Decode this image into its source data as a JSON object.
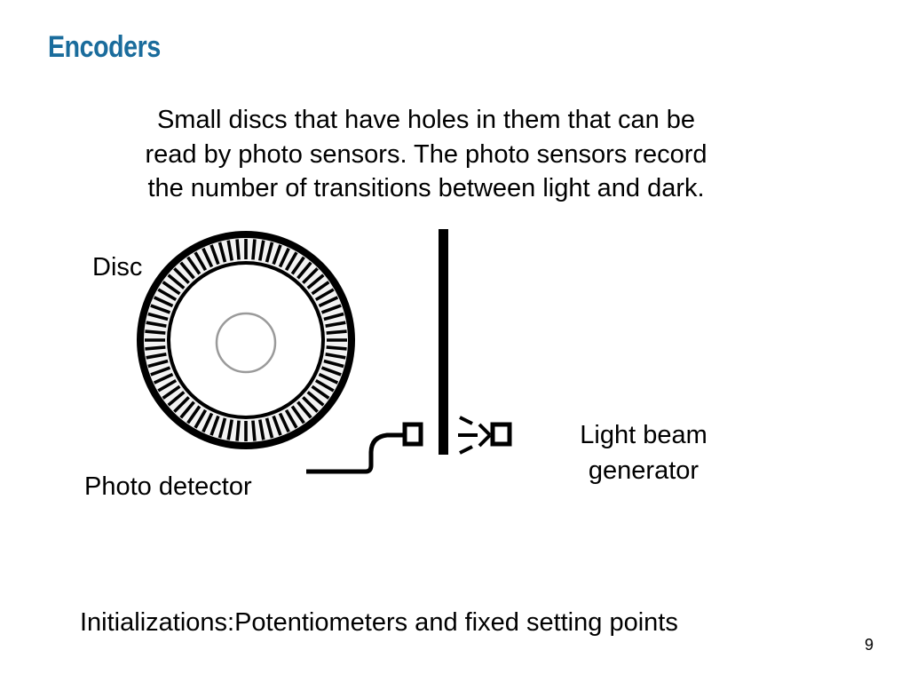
{
  "slide": {
    "title": "Encoders",
    "description_lines": [
      "Small discs that have holes in them that can be",
      "read by photo sensors. The photo sensors record",
      "the number of transitions between light and dark."
    ],
    "labels": {
      "disc": "Disc",
      "photo_detector": "Photo detector",
      "light_beam_lines": [
        "Light beam",
        "generator"
      ]
    },
    "footer": "Initializations:Potentiometers and fixed setting points",
    "page_number": "9",
    "colors": {
      "title": "#1a6c9c",
      "text": "#000000",
      "background": "#ffffff"
    },
    "icons": [
      "encoder-disc-icon",
      "photo-sensor-icon",
      "light-source-icon"
    ]
  }
}
